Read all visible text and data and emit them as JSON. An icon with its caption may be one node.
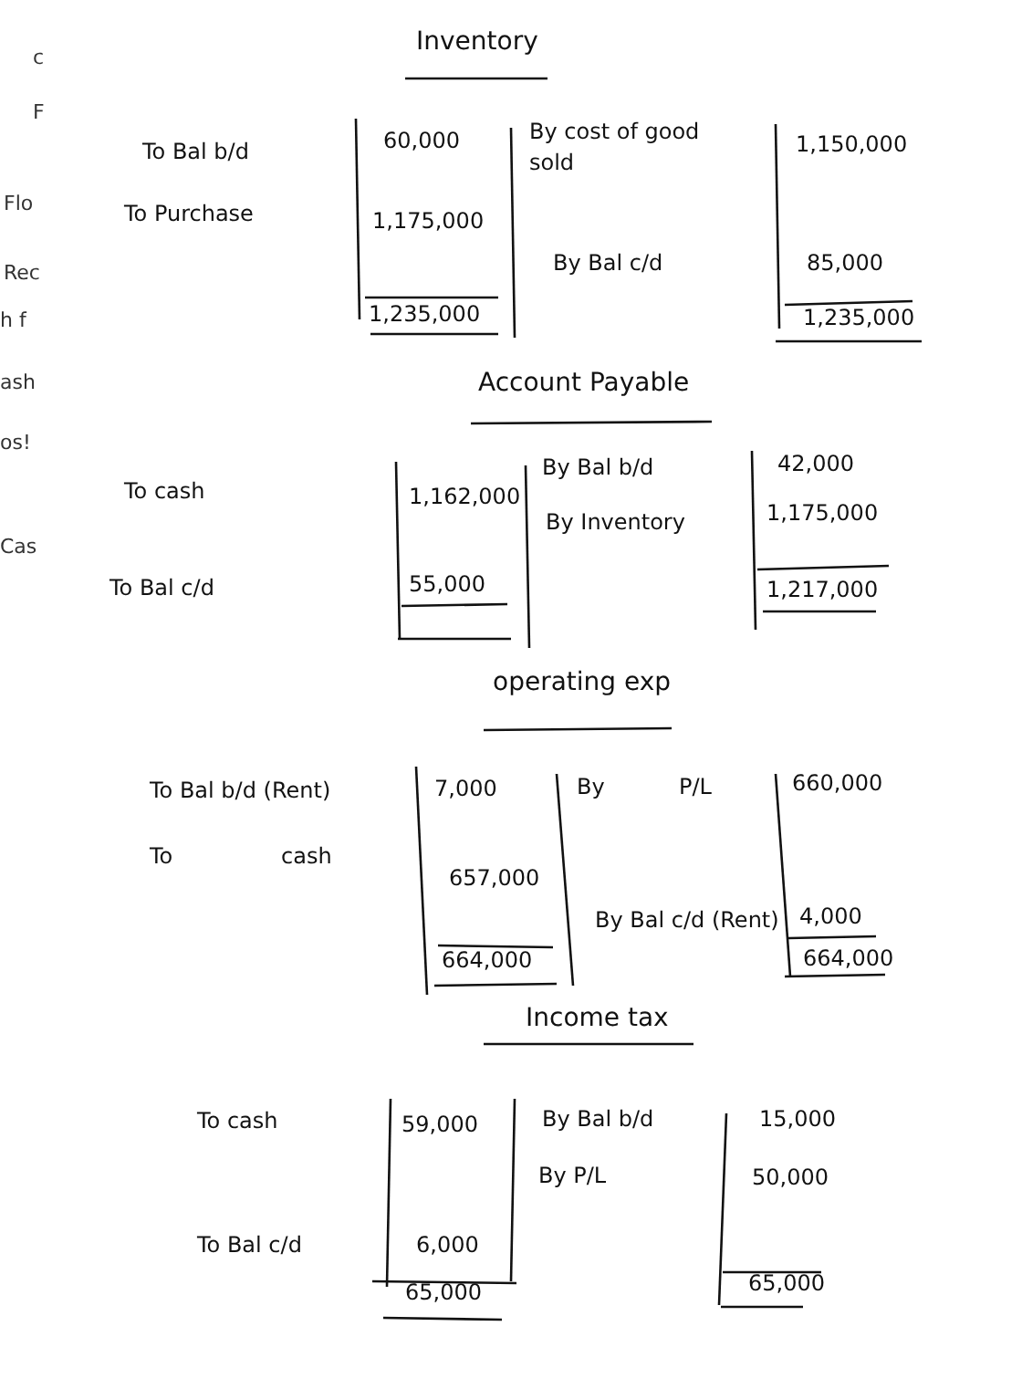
{
  "diagram": {
    "labels": [
      "c",
      "F",
      "Flo",
      "Rec",
      "h f",
      "ash",
      "os!",
      "Cas",
      "Inventory",
      "To Bal b/d",
      "60,000",
      "By cost of good sold",
      "1,150,000",
      "To Purchase",
      "1,175,000",
      "By Bal c/d",
      "85,000",
      "1,235,000",
      "1,235,000",
      "Account Payable",
      "By Bal b/d",
      "42,000",
      "To cash",
      "1,162,000",
      "By Inventory",
      "1,175,000",
      "To Bal c/d",
      "55,000",
      "1,217,000",
      "operating exp",
      "To Bal b/d (Rent)",
      "7,000",
      "By",
      "P/L",
      "660,000",
      "To",
      "cash",
      "657,000",
      "By Bal c/d (Rent)",
      "4,000",
      "664,000",
      "664,000",
      "Income tax",
      "To cash",
      "59,000",
      "By Bal b/d",
      "15,000",
      "By P/L",
      "50,000",
      "To Bal c/d",
      "6,000",
      "65,000",
      "65,000"
    ]
  }
}
